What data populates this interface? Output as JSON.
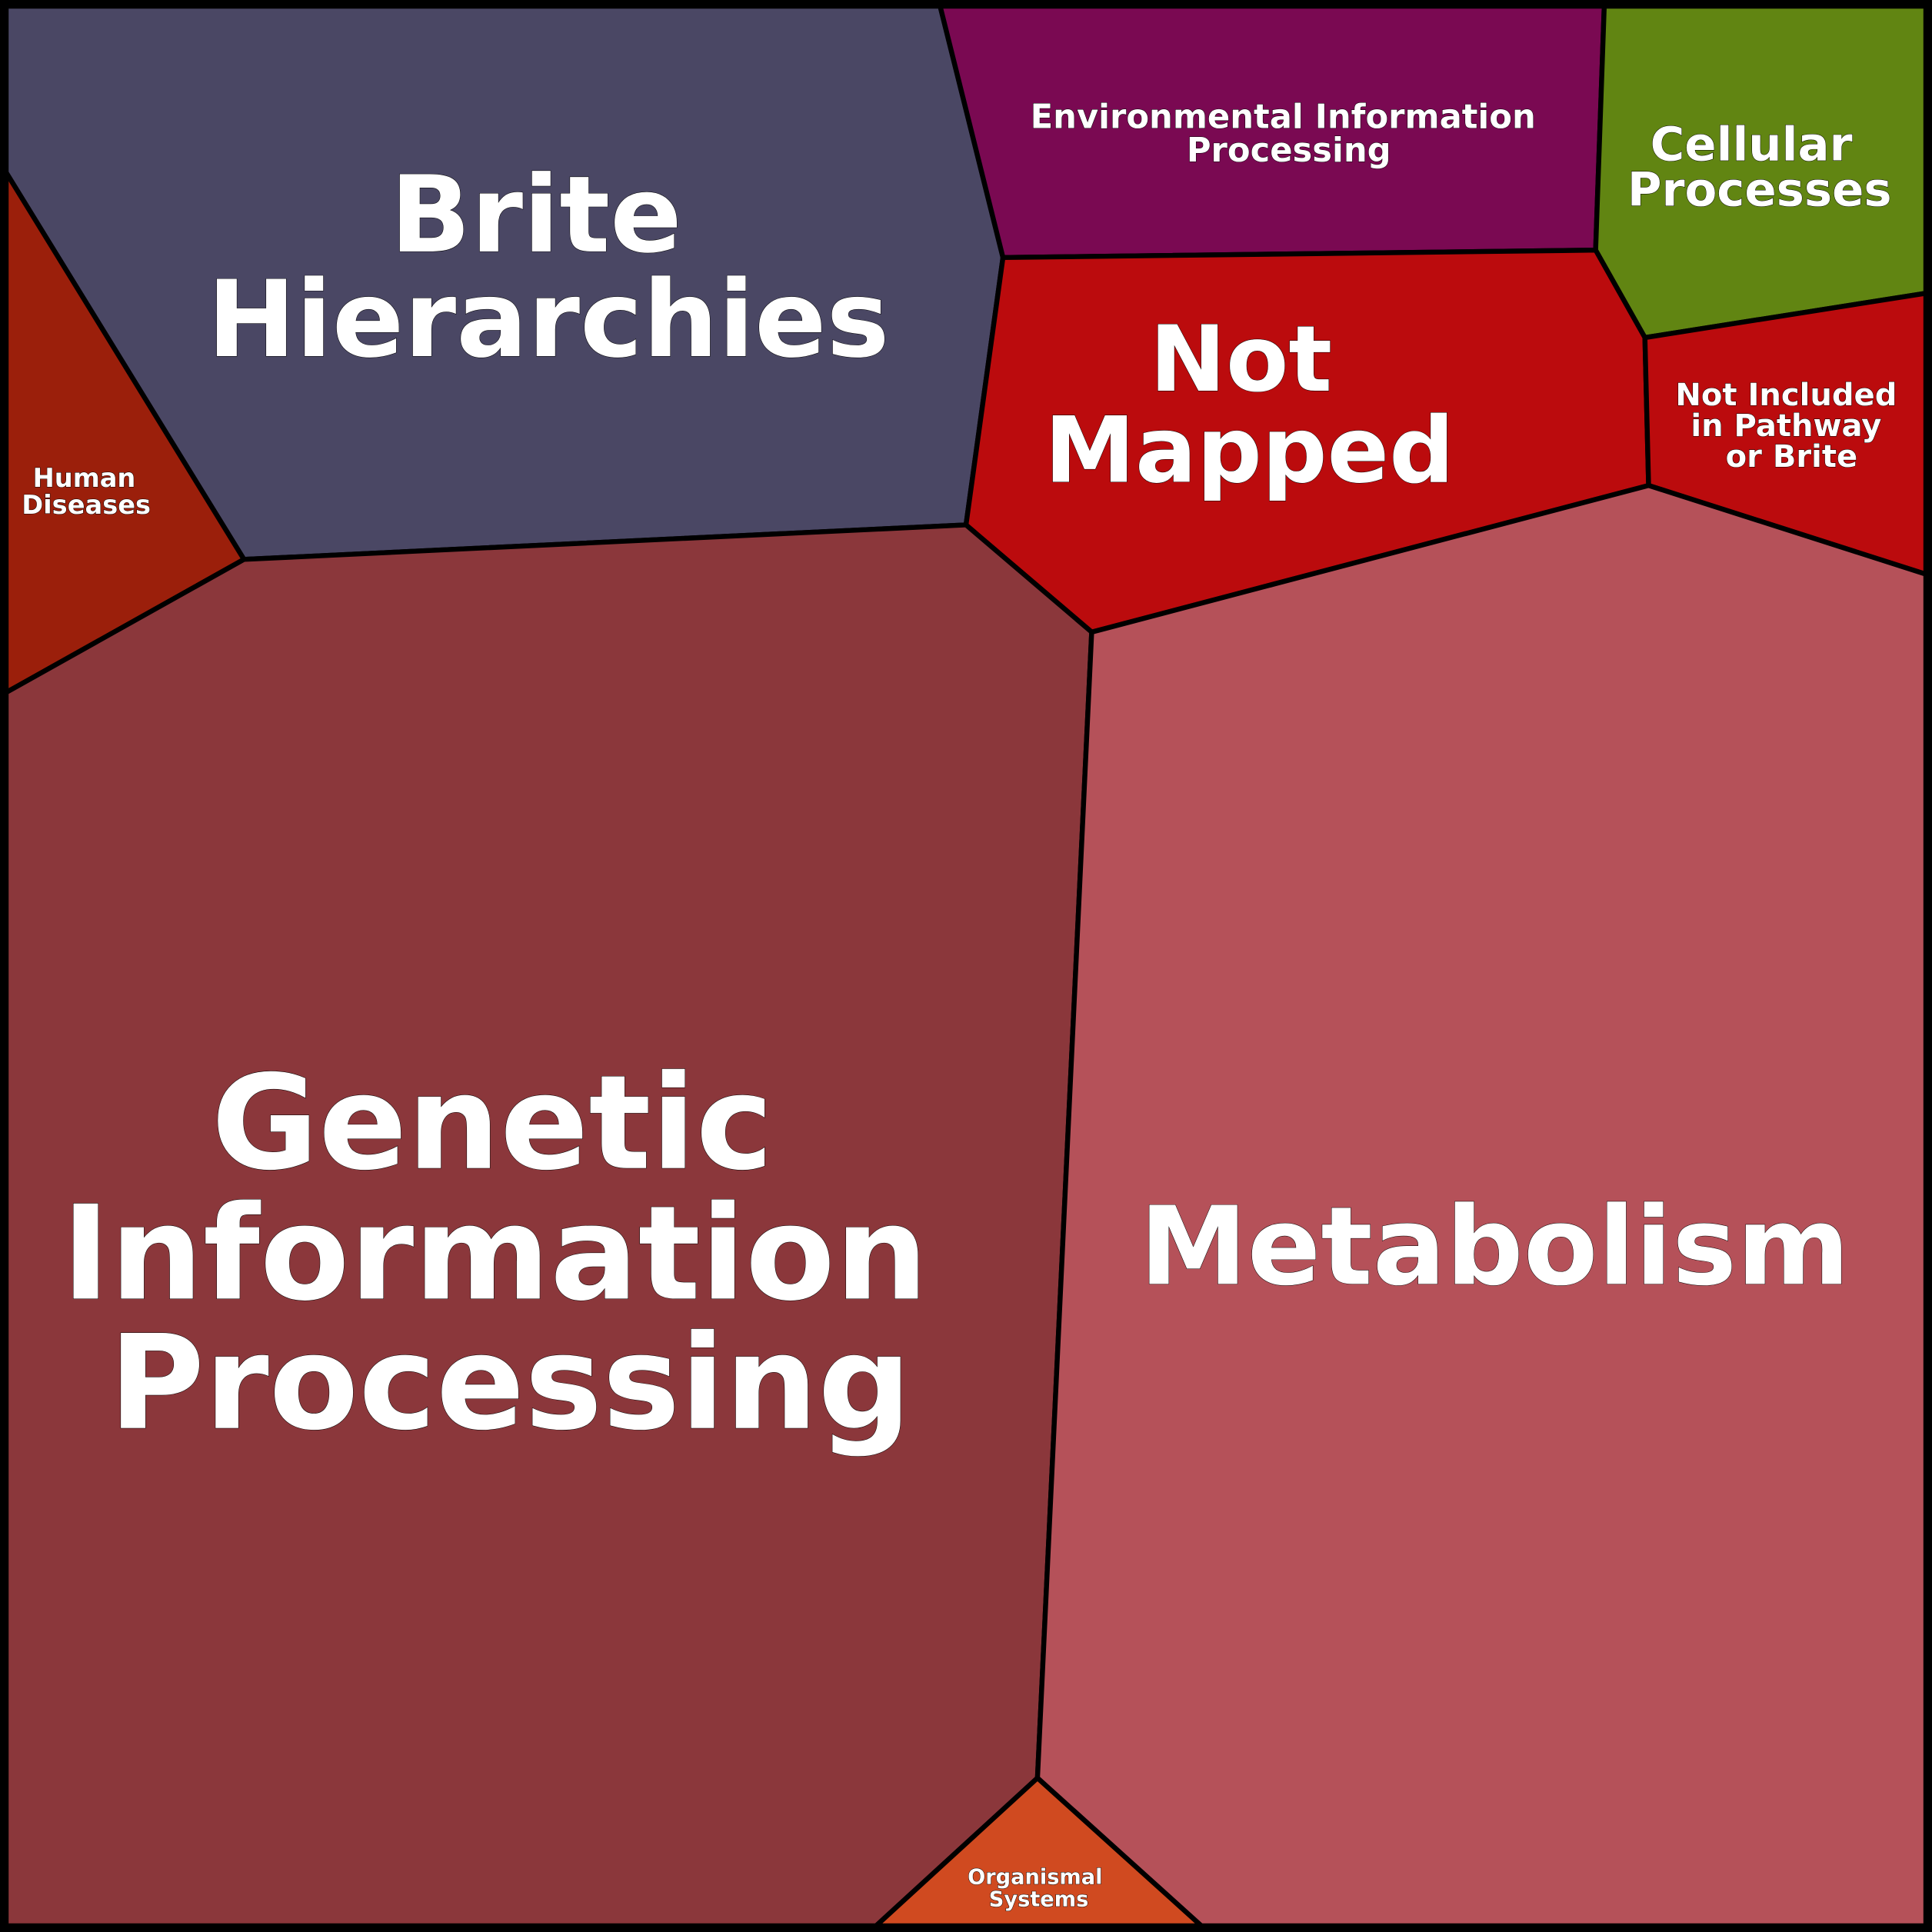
{
  "chart_data": {
    "type": "voronoi-treemap",
    "title": "",
    "cells": [
      {
        "id": "brite",
        "label_lines": [
          "Brite",
          "Hierarchies"
        ],
        "color": "#4a4764"
      },
      {
        "id": "env",
        "label_lines": [
          "Environmental Information",
          "Processing"
        ],
        "color": "#7a0952"
      },
      {
        "id": "cellular",
        "label_lines": [
          "Cellular",
          "Processes"
        ],
        "color": "#618512"
      },
      {
        "id": "notmapped",
        "label_lines": [
          "Not",
          "Mapped"
        ],
        "color": "#bb0b0d"
      },
      {
        "id": "notincluded",
        "label_lines": [
          "Not Included",
          "in Pathway",
          "or Brite"
        ],
        "color": "#bb0b0d"
      },
      {
        "id": "human",
        "label_lines": [
          "Human",
          "Diseases"
        ],
        "color": "#9b1f0b"
      },
      {
        "id": "genetic",
        "label_lines": [
          "Genetic",
          "Information",
          "Processing"
        ],
        "color": "#8b373b"
      },
      {
        "id": "metabolism",
        "label_lines": [
          "Metabolism"
        ],
        "color": "#b55159"
      },
      {
        "id": "organismal",
        "label_lines": [
          "Organismal",
          "Systems"
        ],
        "color": "#d04a20"
      }
    ]
  }
}
